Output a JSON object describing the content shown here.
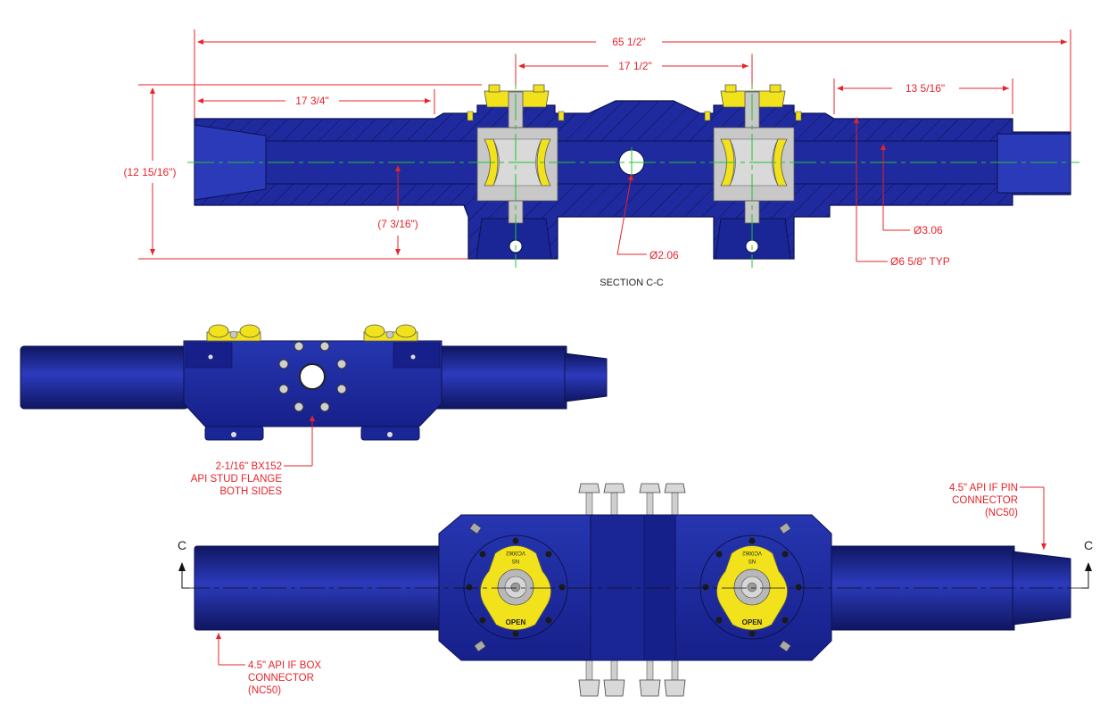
{
  "dimensions": {
    "overall_length": "65 1/2\"",
    "valve_spacing": "17 1/2\"",
    "left_offset": "17 3/4\"",
    "right_offset": "13 5/16\"",
    "overall_height": "(12 15/16\")",
    "centerline_height": "(7 3/16\")",
    "port_diameter": "Ø2.06",
    "bore_diameter": "Ø3.06",
    "od_diameter": "Ø6 5/8\" TYP"
  },
  "section_label": "SECTION C-C",
  "flange_callout": [
    "2-1/16\" BX152",
    "API STUD FLANGE",
    "BOTH SIDES"
  ],
  "pin_callout": [
    "4.5\" API IF PIN",
    "CONNECTOR",
    "(NC50)"
  ],
  "box_callout": [
    "4.5\" API IF BOX",
    "CONNECTOR",
    "(NC50)"
  ],
  "section_markers": {
    "left": "C",
    "right": "C"
  },
  "valve_markings": {
    "left_id": "VC0062",
    "right_id": "VC0062",
    "open_text": "OPEN",
    "tag": "NS"
  },
  "colors": {
    "body": "#1e2a9e",
    "body_dark": "#121a6a",
    "body_light": "#3a4cc4",
    "valve_yellow": "#f1e21b",
    "dim_red": "#e8232a",
    "centerline_green": "#21c431",
    "section_gray": "#c8c8c8"
  }
}
